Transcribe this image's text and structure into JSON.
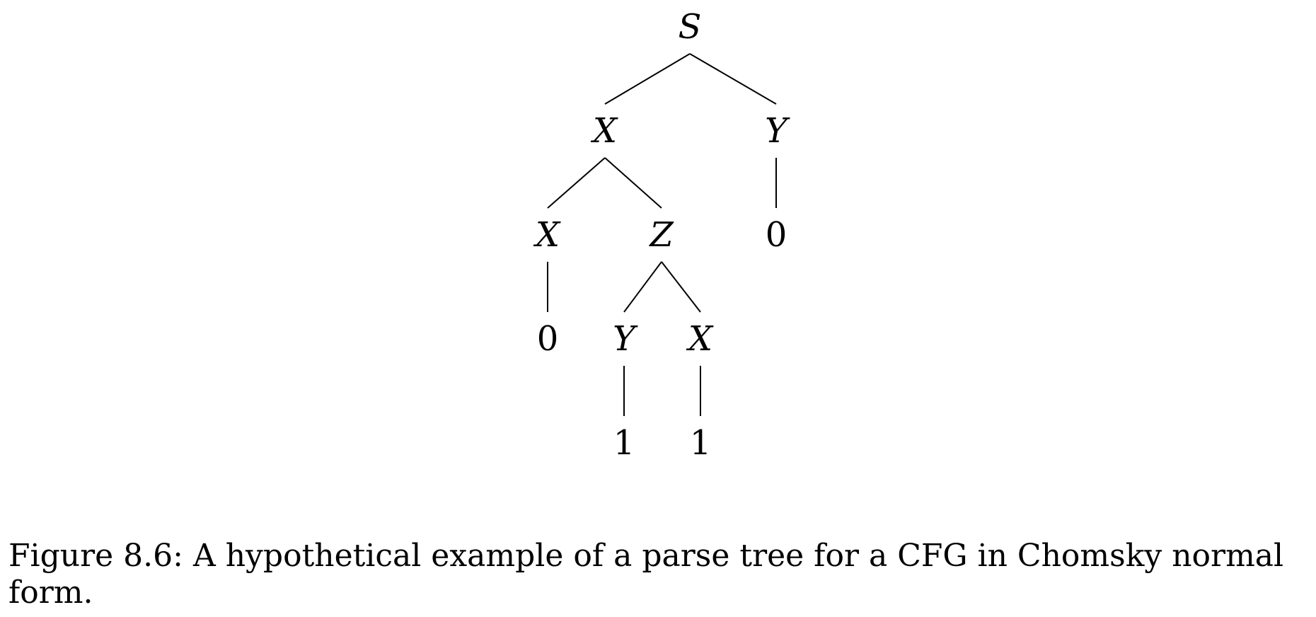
{
  "diagram": {
    "type": "parse-tree",
    "nodes": [
      {
        "id": "n0",
        "label": "S",
        "kind": "nonterminal"
      },
      {
        "id": "n1",
        "label": "X",
        "kind": "nonterminal"
      },
      {
        "id": "n2",
        "label": "Y",
        "kind": "nonterminal"
      },
      {
        "id": "n3",
        "label": "X",
        "kind": "nonterminal"
      },
      {
        "id": "n4",
        "label": "Z",
        "kind": "nonterminal"
      },
      {
        "id": "n5",
        "label": "0",
        "kind": "terminal"
      },
      {
        "id": "n6",
        "label": "0",
        "kind": "terminal"
      },
      {
        "id": "n7",
        "label": "Y",
        "kind": "nonterminal"
      },
      {
        "id": "n8",
        "label": "X",
        "kind": "nonterminal"
      },
      {
        "id": "n9",
        "label": "1",
        "kind": "terminal"
      },
      {
        "id": "n10",
        "label": "1",
        "kind": "terminal"
      }
    ],
    "edges": [
      {
        "from": "n0",
        "to": "n1"
      },
      {
        "from": "n0",
        "to": "n2"
      },
      {
        "from": "n1",
        "to": "n3"
      },
      {
        "from": "n1",
        "to": "n4"
      },
      {
        "from": "n2",
        "to": "n5"
      },
      {
        "from": "n3",
        "to": "n6"
      },
      {
        "from": "n4",
        "to": "n7"
      },
      {
        "from": "n4",
        "to": "n8"
      },
      {
        "from": "n7",
        "to": "n9"
      },
      {
        "from": "n8",
        "to": "n10"
      }
    ]
  },
  "caption": {
    "text": "Figure 8.6: A hypothetical example of a parse tree for a CFG in Chomsky normal form."
  }
}
